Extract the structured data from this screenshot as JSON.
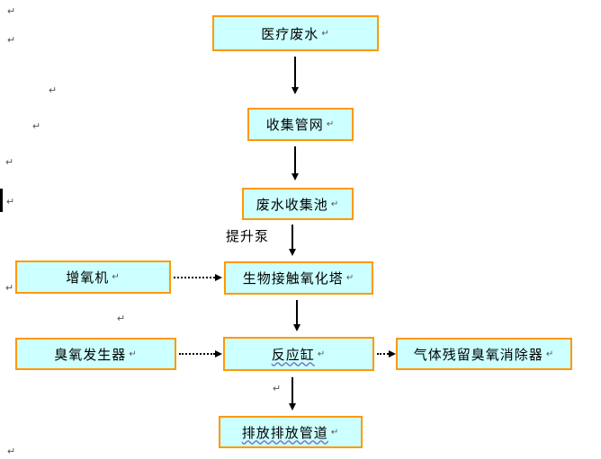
{
  "page": {
    "background_color": "#ffffff",
    "box_fill_color": "#ccffff",
    "box_border_color": "#ff9900"
  },
  "diagram": {
    "paragraph_mark": "↵",
    "nodes": [
      {
        "id": "medical-wastewater",
        "label": "医疗废水"
      },
      {
        "id": "collection-network",
        "label": "收集管网"
      },
      {
        "id": "wastewater-pool",
        "label": "废水收集池"
      },
      {
        "id": "bio-oxidation-tower",
        "label": "生物接触氧化塔"
      },
      {
        "id": "aerator",
        "label": "增氧机"
      },
      {
        "id": "reaction-tank",
        "label": "反应缸"
      },
      {
        "id": "ozone-generator",
        "label": "臭氧发生器"
      },
      {
        "id": "ozone-eliminator",
        "label": "气体残留臭氧消除器"
      },
      {
        "id": "discharge-pipe",
        "label": "排放排放管道"
      }
    ],
    "edge_labels": {
      "lift_pump": "提升泵"
    }
  }
}
